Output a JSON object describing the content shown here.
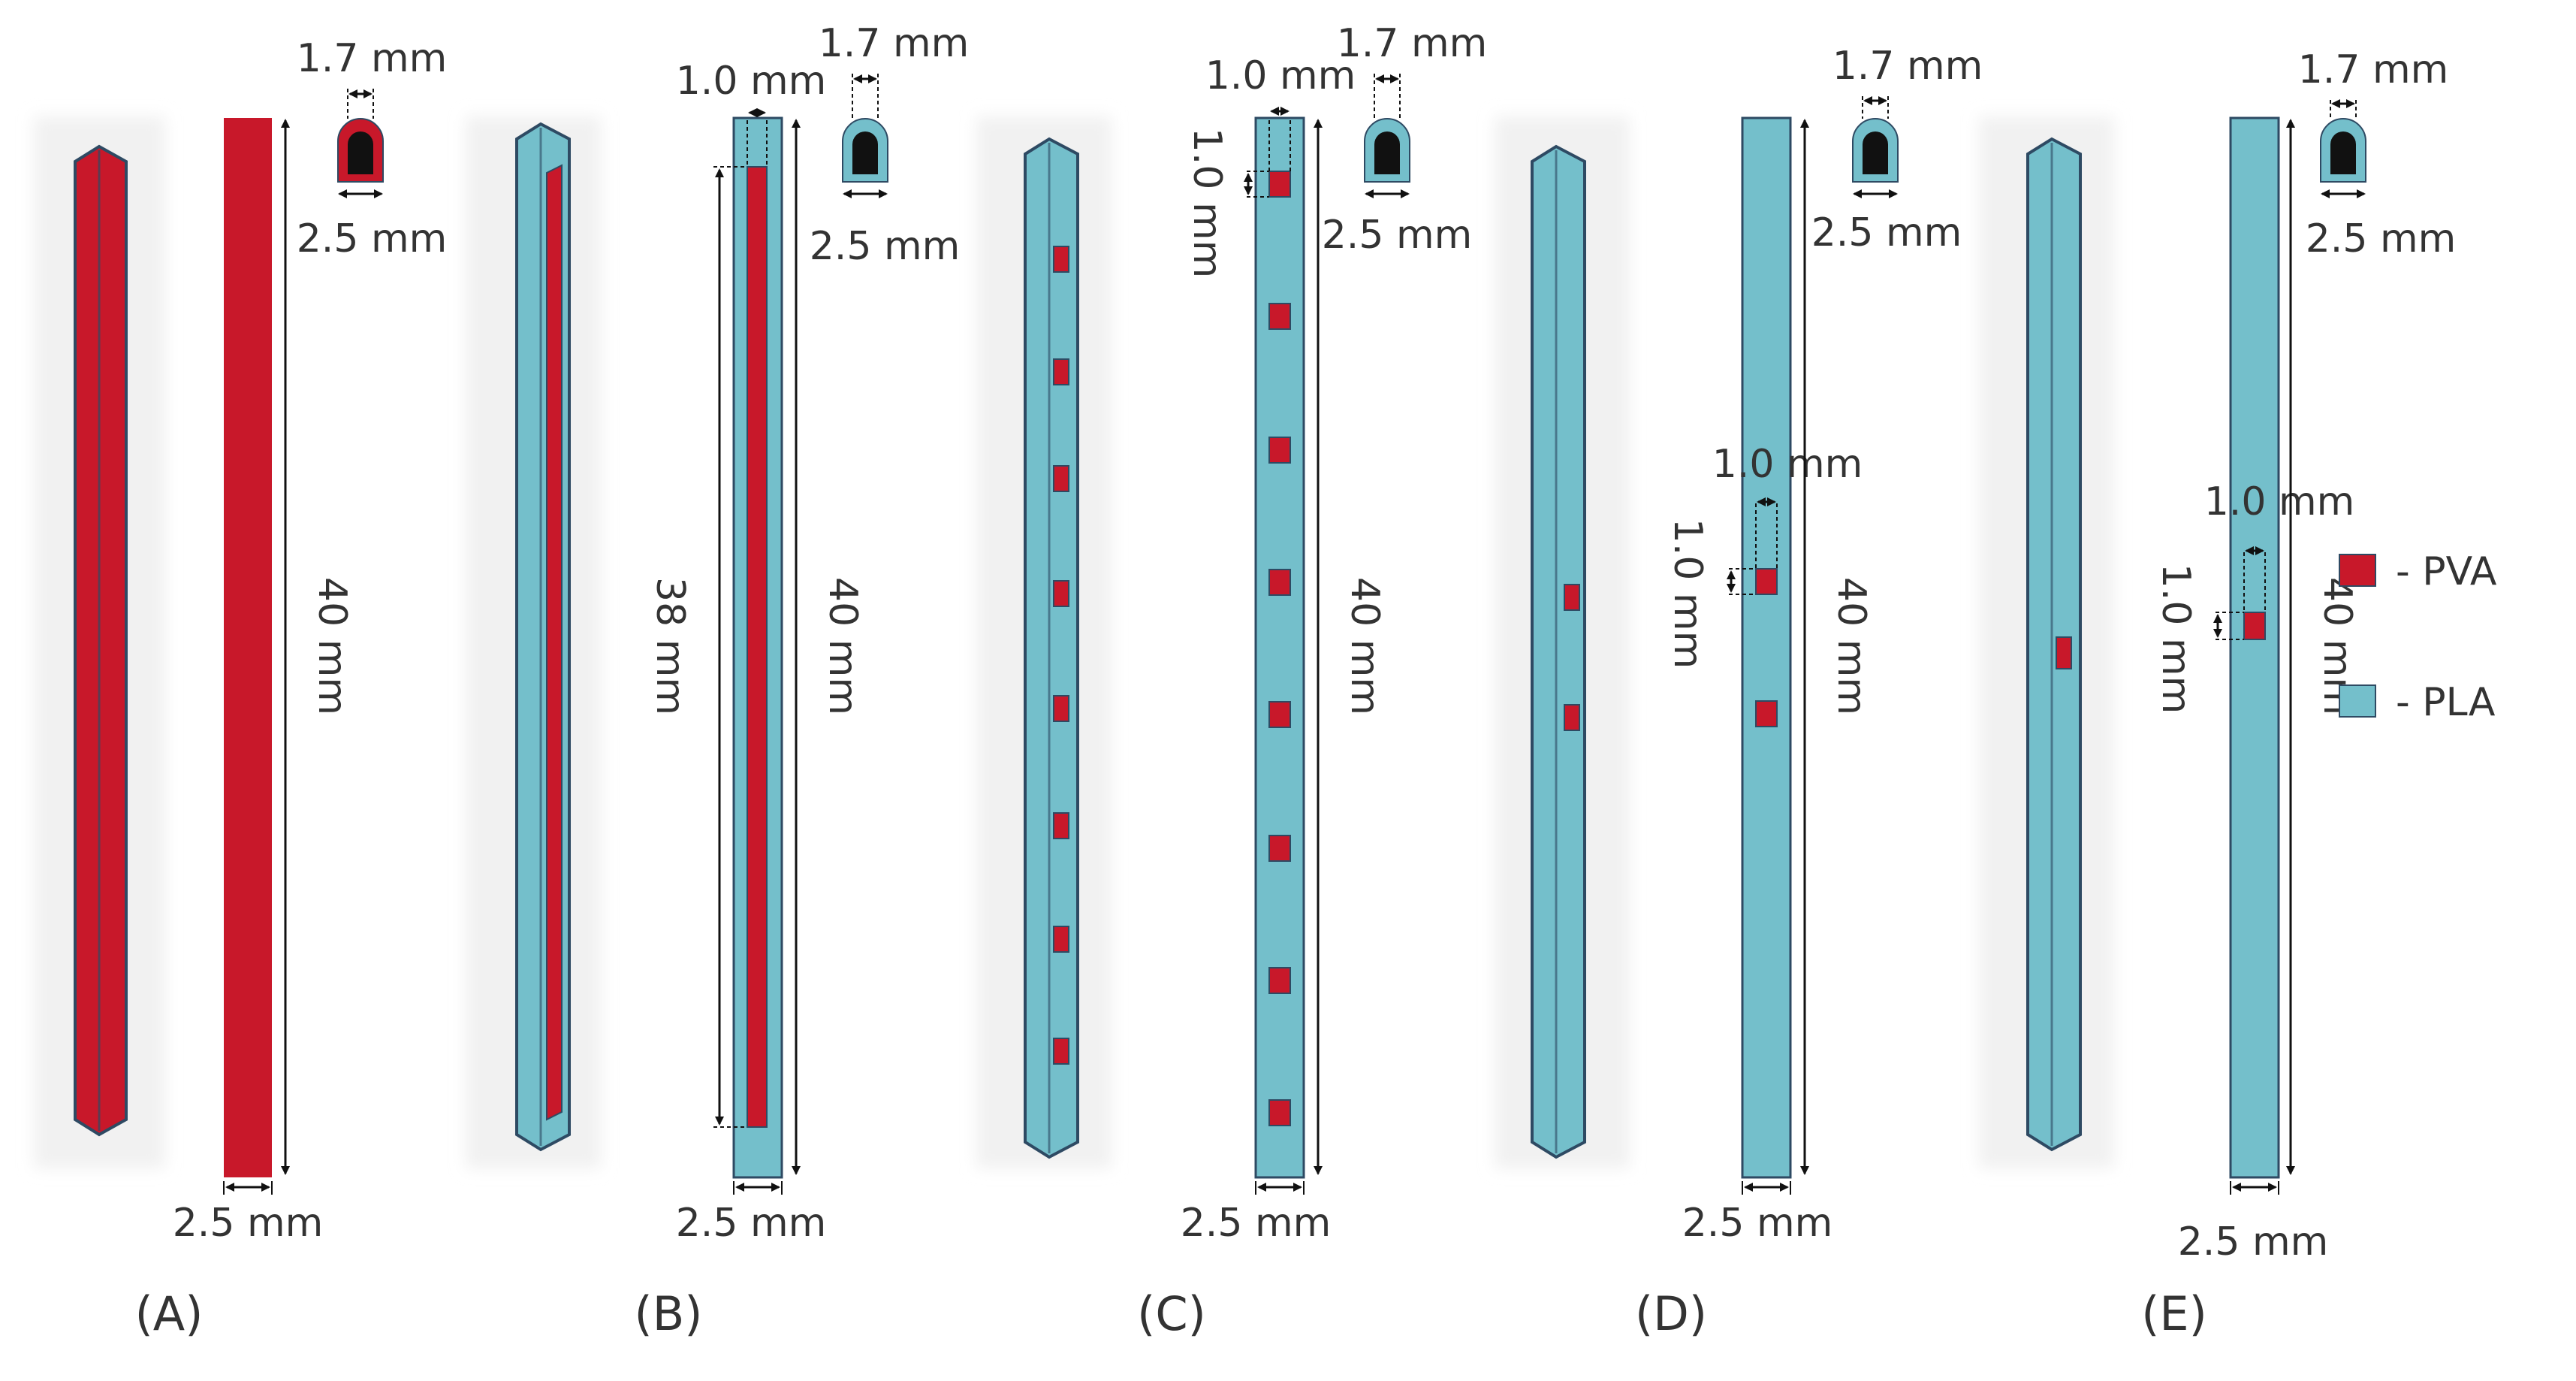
{
  "colors": {
    "pva": "#C8182A",
    "pla": "#74BFCB",
    "outline": "#2E4A63",
    "dark": "#111111",
    "text": "#333333"
  },
  "legend": {
    "pva_label": "- PVA",
    "pla_label": "- PLA"
  },
  "panels": [
    {
      "id": "A",
      "panel_label": "(A)",
      "insert_pattern": "solid",
      "dims": {
        "length": "40 mm",
        "width": "2.5 mm",
        "profile_height": "1.7 mm",
        "profile_width": "2.5 mm"
      }
    },
    {
      "id": "B",
      "panel_label": "(B)",
      "insert_pattern": "strip",
      "dims": {
        "length": "40 mm",
        "insert_length": "38 mm",
        "insert_offset": "1.0 mm",
        "width": "2.5 mm",
        "profile_height": "1.7 mm",
        "profile_width": "2.5 mm"
      }
    },
    {
      "id": "C",
      "panel_label": "(C)",
      "insert_pattern": "8 squares",
      "dims": {
        "length": "40 mm",
        "top_offset": "1.0 mm",
        "square_size": "1.0 mm",
        "width": "2.5 mm",
        "profile_height": "1.7 mm",
        "profile_width": "2.5 mm"
      }
    },
    {
      "id": "D",
      "panel_label": "(D)",
      "insert_pattern": "2 squares",
      "dims": {
        "length": "40 mm",
        "square_offset": "1.0 mm",
        "square_size": "1.0 mm",
        "width": "2.5 mm",
        "profile_height": "1.7 mm",
        "profile_width": "2.5 mm"
      }
    },
    {
      "id": "E",
      "panel_label": "(E)",
      "insert_pattern": "1 square",
      "dims": {
        "length": "40 mm",
        "square_offset": "1.0 mm",
        "square_size": "1.0 mm",
        "width": "2.5 mm",
        "profile_height": "1.7 mm",
        "profile_width": "2.5 mm"
      }
    }
  ]
}
